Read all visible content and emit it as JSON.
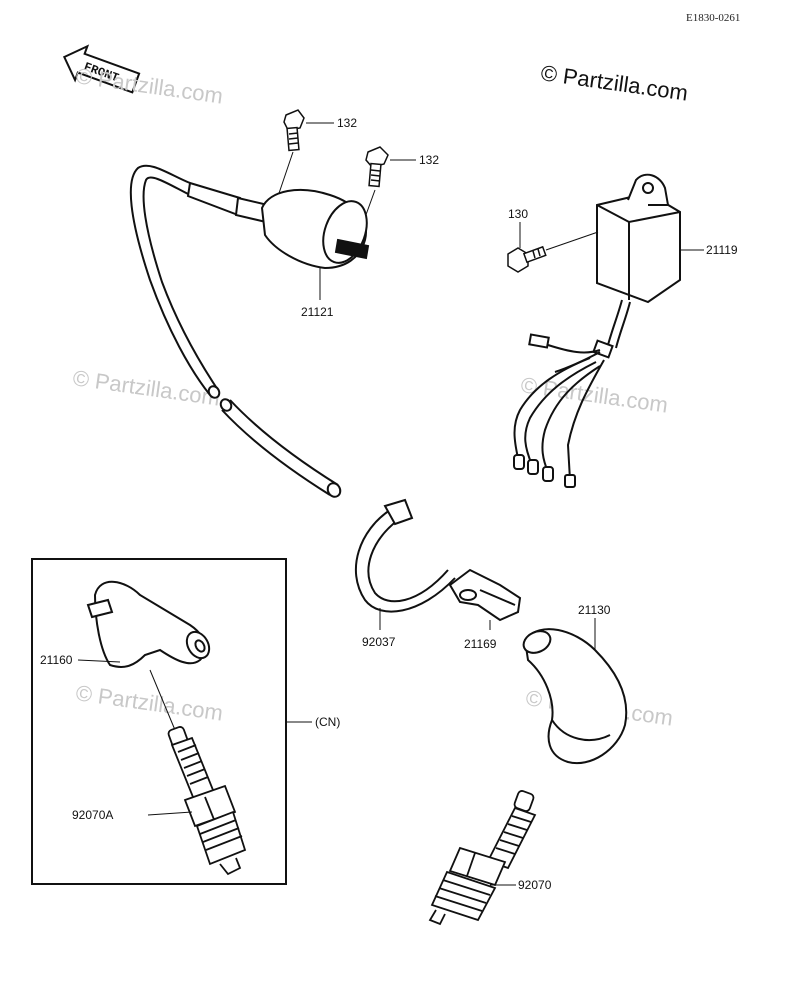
{
  "diagram_code": "E1830-0261",
  "front_label": "FRONT",
  "watermark_main": "© Partzilla.com",
  "watermarks": [
    "© Partzilla.com",
    "© Partzilla.com",
    "© Partzilla.com",
    "© Partzilla.com",
    "© Partzilla.com"
  ],
  "callouts": {
    "bolt_132_a": "132",
    "bolt_132_b": "132",
    "coil": "21121",
    "bolt_130": "130",
    "igniter": "21119",
    "clamp": "92037",
    "holder": "21169",
    "cap": "21130",
    "cap_cn": "21160",
    "cn_label": "(CN)",
    "plug_cn": "92070A",
    "plug": "92070"
  }
}
